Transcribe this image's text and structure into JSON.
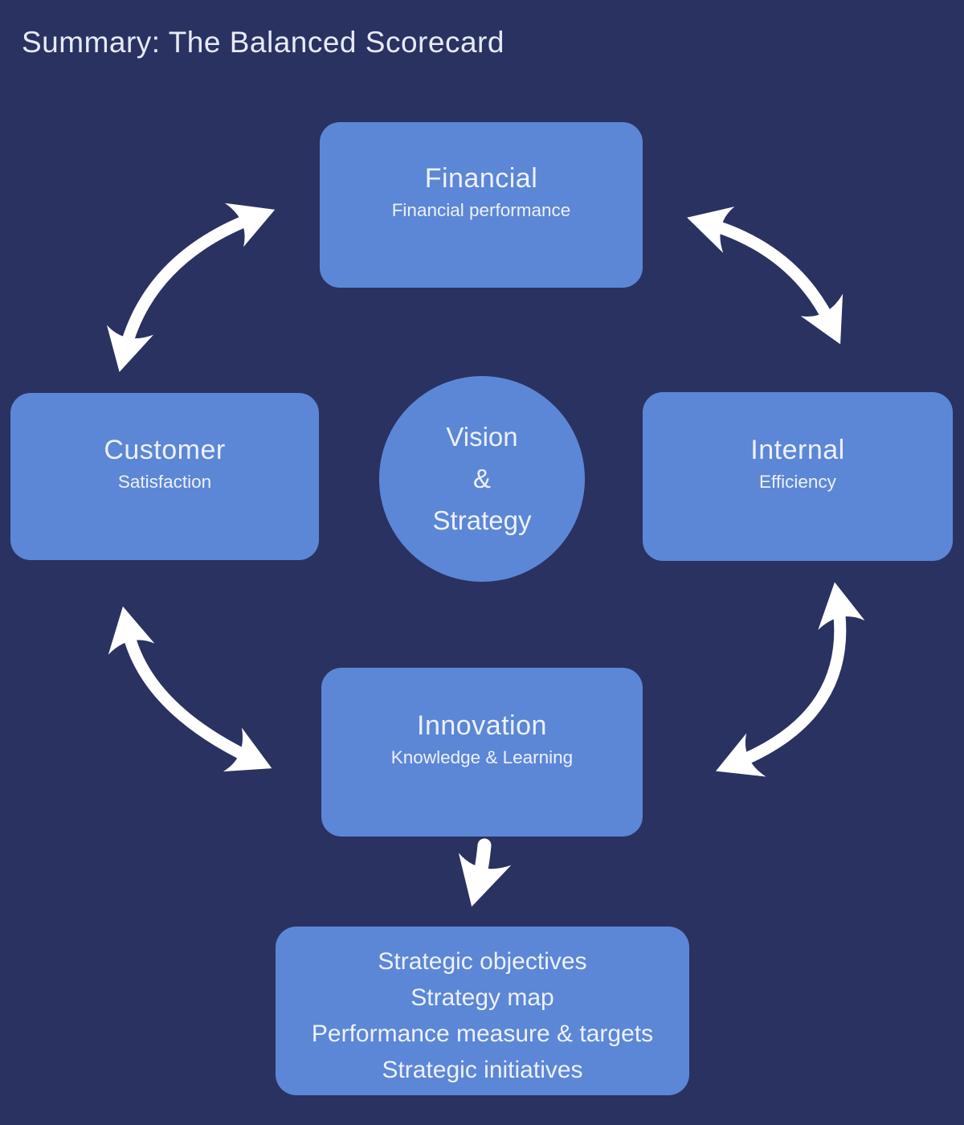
{
  "title": "Summary: The Balanced Scorecard",
  "colors": {
    "background": "#2a3262",
    "node": "#5c87d6",
    "arrow": "#ffffff",
    "text": "#eef1fa",
    "title": "#e7eaf4"
  },
  "diagram": {
    "financial": {
      "title": "Financial",
      "subtitle": "Financial performance"
    },
    "customer": {
      "title": "Customer",
      "subtitle": "Satisfaction"
    },
    "internal": {
      "title": "Internal",
      "subtitle": "Efficiency"
    },
    "innovation": {
      "title": "Innovation",
      "subtitle": "Knowledge & Learning"
    },
    "center": {
      "line1": "Vision",
      "line2": "&",
      "line3": "Strategy"
    },
    "outputs": {
      "lines": [
        "Strategic objectives",
        "Strategy map",
        "Performance measure & targets",
        "Strategic initiatives"
      ]
    },
    "arrows": [
      "customer-financial",
      "financial-internal",
      "customer-innovation",
      "internal-innovation",
      "innovation-outputs"
    ]
  }
}
